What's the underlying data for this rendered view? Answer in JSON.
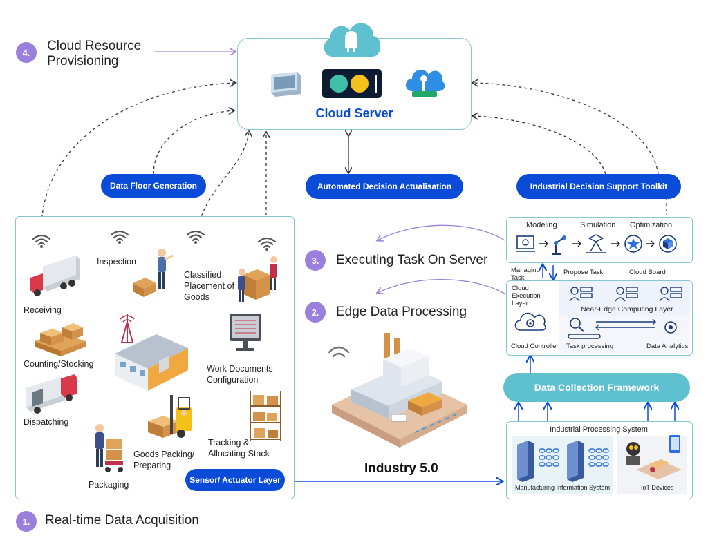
{
  "steps": [
    {
      "num": "4.",
      "text": "Cloud Resource Provisioning"
    },
    {
      "num": "3.",
      "text": "Executing Task On Server"
    },
    {
      "num": "2.",
      "text": "Edge Data Processing"
    },
    {
      "num": "1.",
      "text": "Real-time Data Acquisition"
    }
  ],
  "cloud_server": {
    "title": "Cloud Server"
  },
  "pills": {
    "data_floor": "Data Floor Generation",
    "automated": "Automated Decision Actualisation",
    "toolkit": "Industrial Decision Support Toolkit",
    "sensor": "Sensor/ Actuator Layer",
    "collection": "Data Collection Framework"
  },
  "floor_labels": {
    "receiving": "Receiving",
    "inspection": "Inspection",
    "classified": "Classified Placement of Goods",
    "counting": "Counting/Stocking",
    "work_docs": "Work Documents Configuration",
    "dispatching": "Dispatching",
    "tracking": "Tracking & Allocating Stack",
    "goods_packing": "Goods Packing/ Preparing",
    "packaging": "Packaging"
  },
  "industry_label": "Industry 5.0",
  "toolkit_panel": {
    "modeling": "Modeling",
    "simulation": "Simulation",
    "optimization": "Optimization"
  },
  "links": {
    "managing_task": "Managing Task",
    "propose_task": "Propose Task",
    "cloud_board": "Cloud Board"
  },
  "edge_panel": {
    "cloud_execution": "Cloud Execution Layer",
    "near_edge": "Near-Edge Computing Layer",
    "cloud_controller": "Cloud Controller",
    "task_processing": "Task processing",
    "data_analytics": "Data Analytics"
  },
  "processing_panel": {
    "title": "Industrial Processing System",
    "mis": "Manufacturing Information System",
    "iot": "IoT Devices"
  },
  "colors": {
    "accent_blue": "#0a4cd8",
    "step_purple": "#9b7fdc",
    "box_border": "#86c6d3",
    "teal": "#5fc0cf"
  }
}
